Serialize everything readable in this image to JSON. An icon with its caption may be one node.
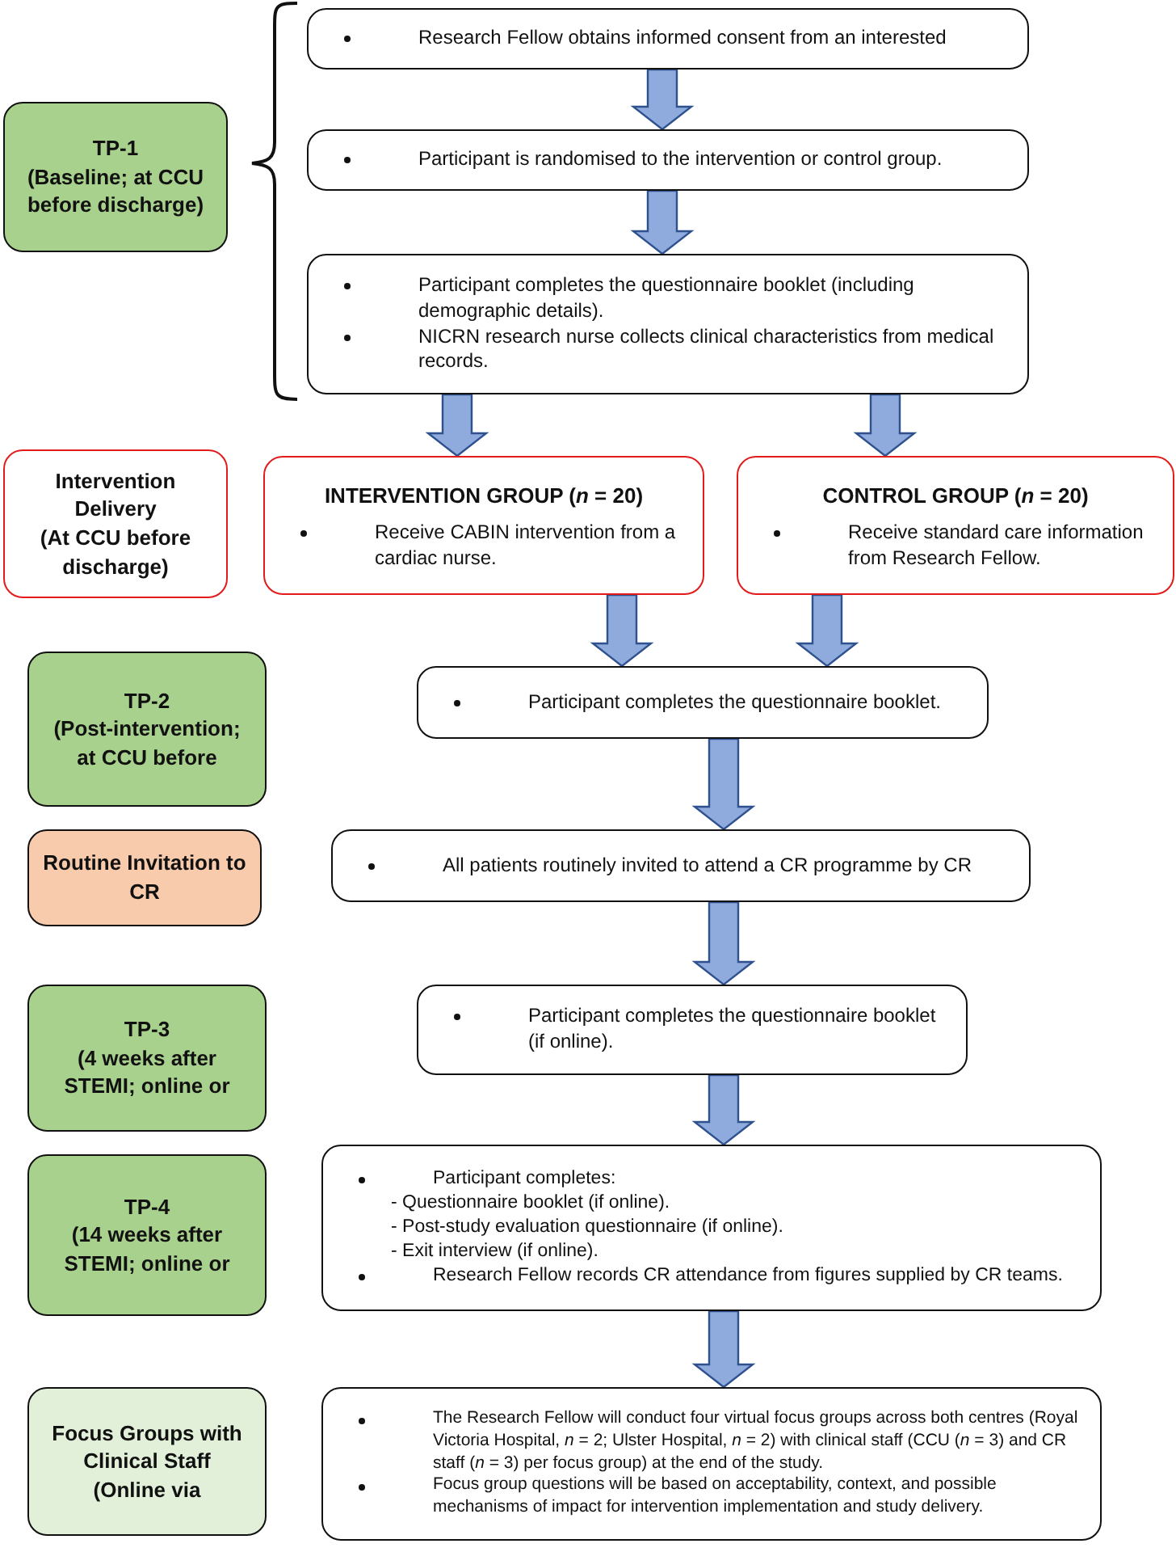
{
  "diagram": {
    "nodes": [
      {
        "text": [
          "TP-1",
          "(Baseline; at CCU before discharge)"
        ]
      },
      {
        "text": [
          "Research Fellow obtains informed consent from an interested"
        ]
      },
      {
        "text": [
          "Participant is randomised to the intervention or control group."
        ]
      },
      {
        "text": [
          "Participant completes the questionnaire booklet (including demographic details).",
          "NICRN research nurse collects clinical characteristics from medical records."
        ]
      },
      {
        "text": [
          "Intervention Delivery",
          "(At CCU before discharge)"
        ]
      },
      {
        "text": [
          "INTERVENTION GROUP (*n* = 20)",
          "Receive CABIN intervention from a cardiac nurse."
        ]
      },
      {
        "text": [
          "CONTROL GROUP (*n* = 20)",
          "Receive standard care information from Research Fellow."
        ]
      },
      {
        "text": [
          "TP-2",
          "(Post-intervention; at CCU before"
        ]
      },
      {
        "text": [
          "Participant completes the questionnaire booklet."
        ]
      },
      {
        "text": [
          "Routine Invitation to CR"
        ]
      },
      {
        "text": [
          "All patients routinely invited to attend a CR programme by CR"
        ]
      },
      {
        "text": [
          "TP-3",
          "(4 weeks after STEMI; online or"
        ]
      },
      {
        "text": [
          "Participant completes the questionnaire booklet (if online)."
        ]
      },
      {
        "text": [
          "TP-4",
          "(14 weeks after STEMI; online or"
        ]
      },
      {
        "text": [
          "Participant completes:",
          "- Questionnaire booklet (if online).",
          "- Post-study evaluation questionnaire (if online).",
          "- Exit interview (if online).",
          "Research Fellow records CR attendance from figures supplied by CR teams."
        ]
      },
      {
        "text": [
          "Focus Groups with Clinical Staff",
          "(Online via"
        ]
      },
      {
        "text": [
          "The Research Fellow will conduct four virtual focus groups across both centres (Royal Victoria Hospital, *n* = 2; Ulster Hospital, *n* = 2) with clinical staff (CCU (*n* = 3) and CR staff (*n* = 3) per focus group) at the end of the study.",
          "Focus group questions will be based on acceptability, context, and possible mechanisms of impact for intervention implementation and study delivery."
        ]
      }
    ],
    "edges": [
      {
        "from": 1,
        "to": 2,
        "arrow": "to"
      },
      {
        "from": 2,
        "to": 3,
        "arrow": "to"
      },
      {
        "from": 3,
        "to": 5,
        "arrow": "to"
      },
      {
        "from": 3,
        "to": 6,
        "arrow": "to"
      },
      {
        "from": 5,
        "to": 8,
        "arrow": "to"
      },
      {
        "from": 6,
        "to": 8,
        "arrow": "to"
      },
      {
        "from": 8,
        "to": 10,
        "arrow": "to"
      },
      {
        "from": 10,
        "to": 12,
        "arrow": "to"
      },
      {
        "from": 12,
        "to": 14,
        "arrow": "to"
      },
      {
        "from": 14,
        "to": 16,
        "arrow": "to"
      }
    ]
  }
}
